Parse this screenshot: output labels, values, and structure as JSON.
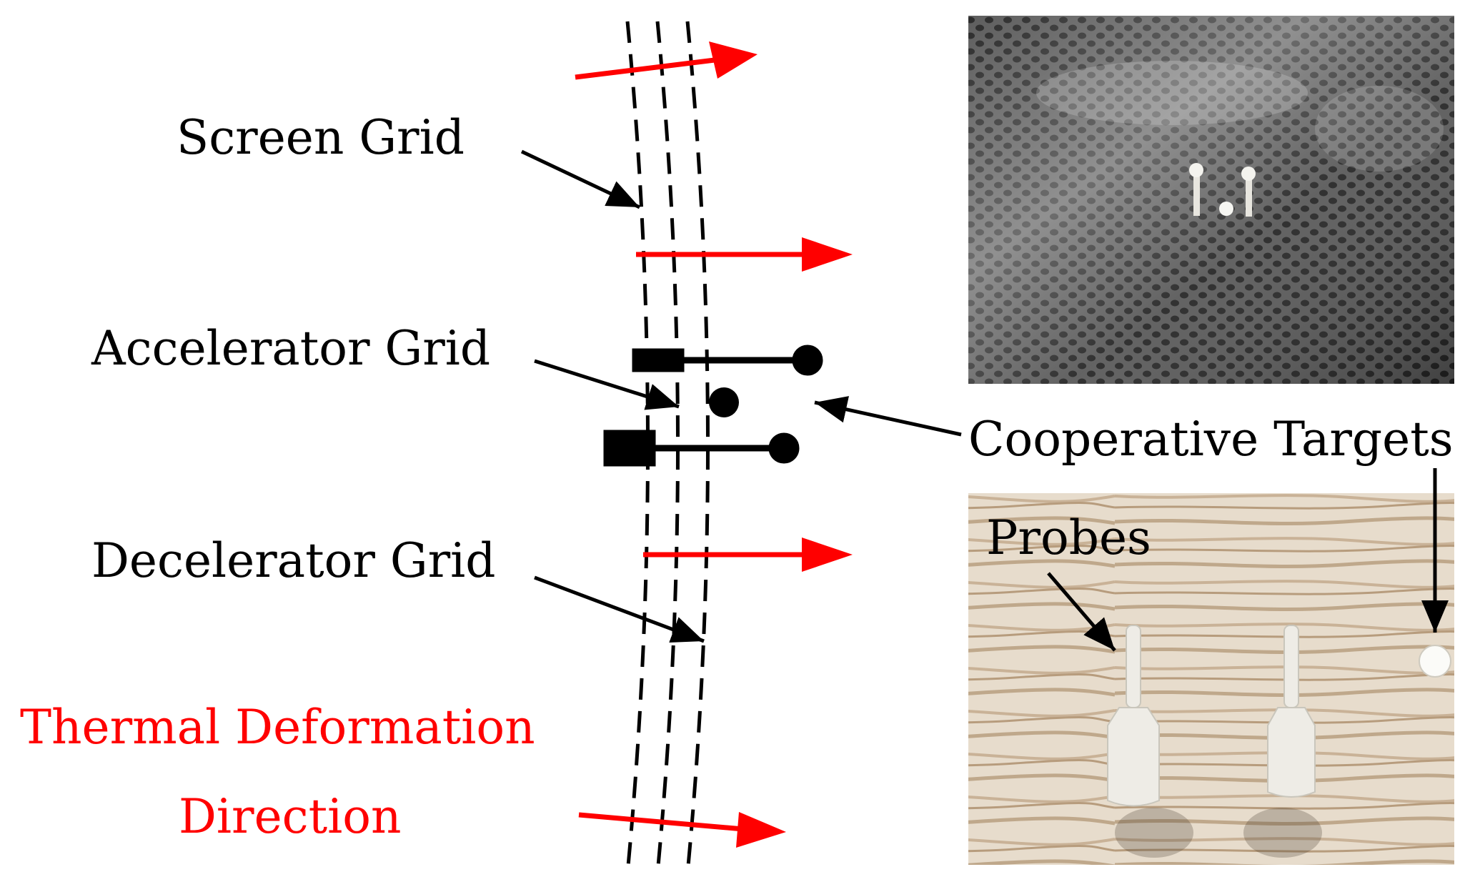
{
  "labels": {
    "screen_grid": "Screen Grid",
    "accelerator_grid": "Accelerator Grid",
    "decelerator_grid": "Decelerator Grid",
    "thermal_line1": "Thermal Deformation",
    "thermal_line2": "Direction",
    "cooperative_targets": "Cooperative Targets",
    "probes": "Probes"
  },
  "colors": {
    "thermal": "#ff0000",
    "ink": "#000000",
    "metal_dark": "#3a3a3a",
    "metal_mid": "#6c6c6c",
    "wood_light": "#e3d6c2",
    "wood_dark": "#b89b7a",
    "ceramic": "#f2f2ee"
  }
}
